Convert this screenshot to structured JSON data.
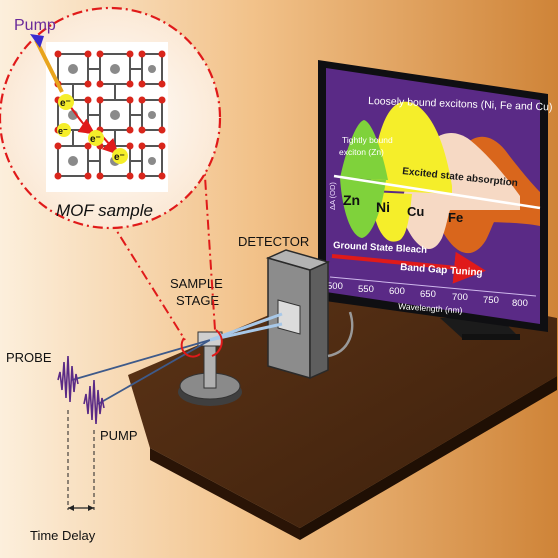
{
  "labels": {
    "pump_top": "Pump",
    "electron": "e⁻",
    "mof_sample": "MOF sample",
    "detector": "DETECTOR",
    "sample": "SAMPLE",
    "stage": "STAGE",
    "probe": "PROBE",
    "pump": "PUMP",
    "time_delay": "Time Delay"
  },
  "screen": {
    "loosely_bound": "Loosely bound excitons (Ni, Fe and Cu)",
    "tightly_bound_1": "Tightly bound",
    "tightly_bound_2": "exciton (Zn)",
    "excited_state": "Excited state absorption",
    "ground_state": "Ground State Bleach",
    "band_gap": "Band Gap Tuning",
    "y_axis": "ΔA (OD)",
    "x_axis": "Wavelength (nm)",
    "ticks": [
      "500",
      "550",
      "600",
      "650",
      "700",
      "750",
      "800"
    ],
    "elements": [
      "Zn",
      "Ni",
      "Cu",
      "Fe"
    ]
  },
  "colors": {
    "screen_bg": "#5a2a86",
    "zn": "#7fd23b",
    "ni": "#f5ee2a",
    "cu": "#f6d9c4",
    "fe": "#d9661c",
    "laser": "#e01a1a"
  }
}
